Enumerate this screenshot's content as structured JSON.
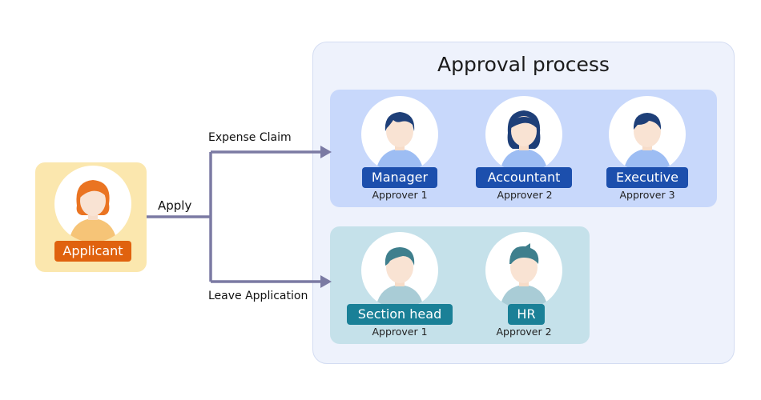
{
  "title": "Approval process",
  "applicant": {
    "label": "Applicant",
    "color": "#e0620e"
  },
  "flow": {
    "apply": "Apply",
    "expense": "Expense Claim",
    "leave": "Leave Application",
    "arrow_color": "#7b7aa3"
  },
  "expense_group": {
    "color": "#1c4fad",
    "approvers": [
      {
        "role": "Manager",
        "sub": "Approver 1"
      },
      {
        "role": "Accountant",
        "sub": "Approver 2"
      },
      {
        "role": "Executive",
        "sub": "Approver 3"
      }
    ]
  },
  "leave_group": {
    "color": "#1a8097",
    "approvers": [
      {
        "role": "Section head",
        "sub": "Approver 1"
      },
      {
        "role": "HR",
        "sub": "Approver 2"
      }
    ]
  }
}
